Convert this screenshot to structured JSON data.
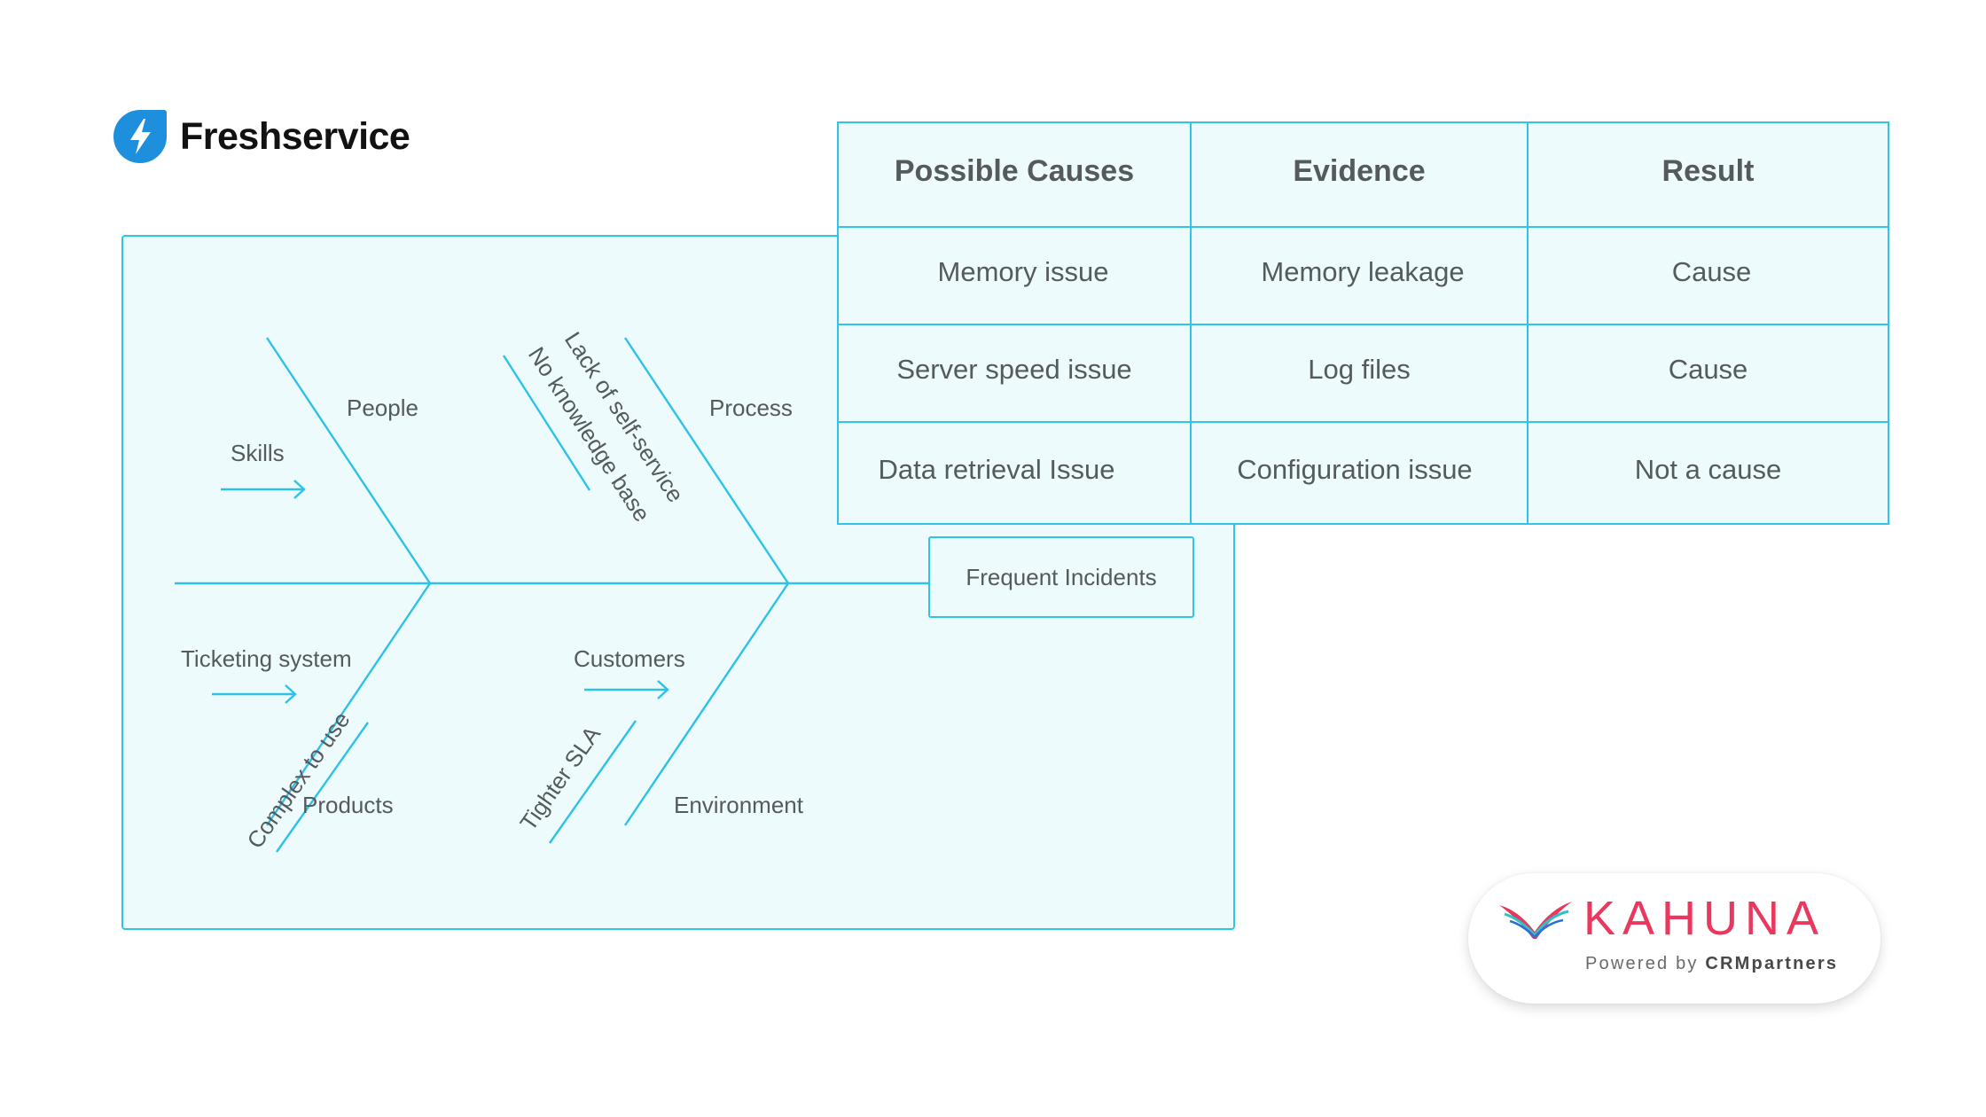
{
  "brand": {
    "name": "Freshservice",
    "accent": "#1d8fdd"
  },
  "fishbone": {
    "effect": "Frequent Incidents",
    "categories": {
      "people": "People",
      "process": "Process",
      "products": "Products",
      "environment": "Environment"
    },
    "causes": {
      "skills": "Skills",
      "lack_self_service": "Lack of self-service",
      "no_knowledge_base": "No knowledge base",
      "ticketing_system": "Ticketing system",
      "complex_to_use": "Complex to use",
      "customers": "Customers",
      "tighter_sla": "Tighter SLA"
    },
    "line_color": "#2cc2e8"
  },
  "table": {
    "headers": [
      "Possible Causes",
      "Evidence",
      "Result"
    ],
    "rows": [
      [
        "Memory issue",
        "Memory leakage",
        "Cause"
      ],
      [
        "Server speed issue",
        "Log files",
        "Cause"
      ],
      [
        "Data retrieval Issue",
        "Configuration issue",
        "Not a cause"
      ]
    ]
  },
  "partner": {
    "name": "KAHUNA",
    "tagline_prefix": "Powered by",
    "tagline_company": "CRMpartners",
    "accent": "#e8385d"
  }
}
